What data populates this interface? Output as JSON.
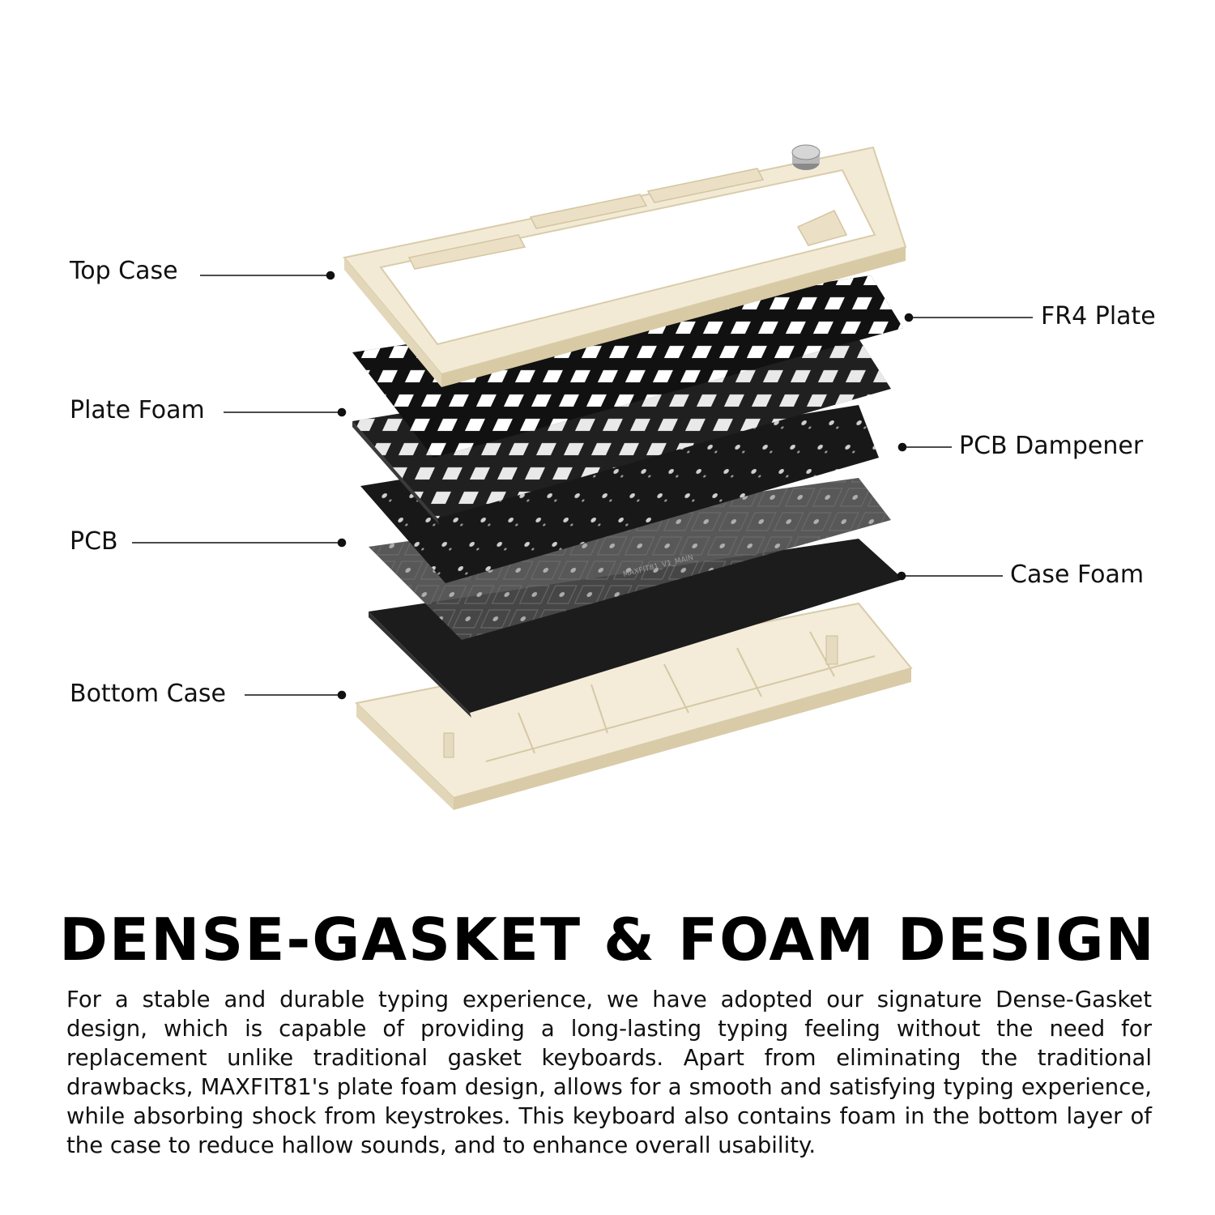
{
  "diagram": {
    "callouts": {
      "top_case": "Top Case",
      "fr4_plate": "FR4 Plate",
      "plate_foam": "Plate Foam",
      "pcb_dampener": "PCB Dampener",
      "pcb": "PCB",
      "case_foam": "Case Foam",
      "bottom_case": "Bottom Case"
    },
    "colors": {
      "case": "#f1e8d4",
      "case_shadow": "#ddd0b2",
      "plate": "#141414",
      "foam": "#2a2a2a",
      "pcb": "#3a3a3a",
      "case_foam": "#1b1b1b"
    }
  },
  "heading": "DENSE-GASKET & FOAM DESIGN",
  "description": "For a stable and durable typing experience, we have adopted our signature Dense-Gasket design, which is capable of providing a long-lasting typing feeling without the need for replacement unlike traditional gasket keyboards. Apart from eliminating the traditional drawbacks, MAXFIT81's plate foam design, allows for a smooth and satisfying typing experience, while absorbing shock from keystrokes. This keyboard also contains foam in the bottom layer of the case to reduce hallow sounds, and to enhance overall usability."
}
